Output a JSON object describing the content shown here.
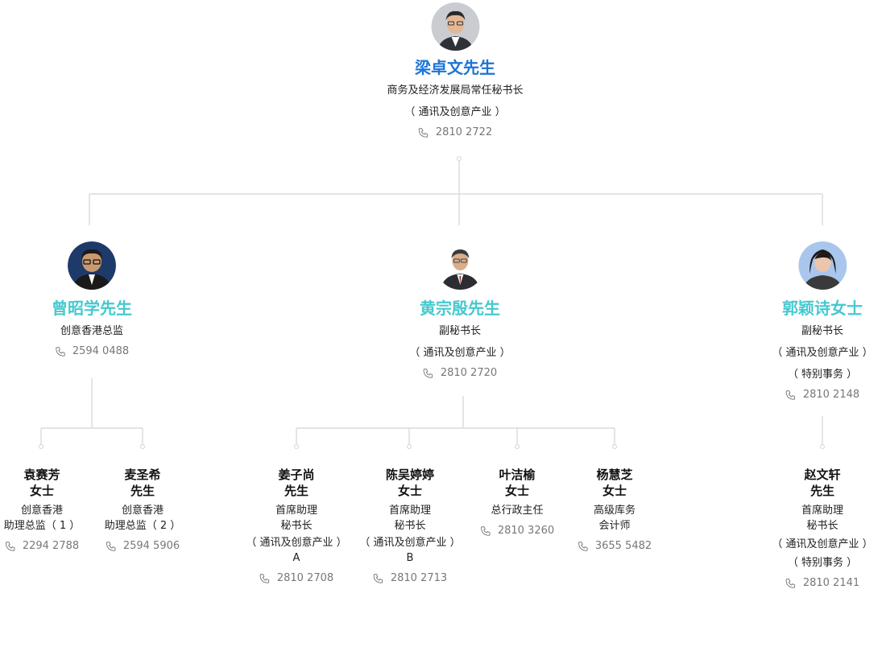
{
  "colors": {
    "top_name": "#1b74d6",
    "mid_name": "#45c9cf",
    "line": "#dcdcdc",
    "phone_text": "#777777"
  },
  "top": {
    "name": "梁卓文先生",
    "title_lines": [
      "商务及经济发展局常任秘书长",
      "（ 通讯及创意产业 ）"
    ],
    "phone": "2810 2722"
  },
  "mid": [
    {
      "name": "曾昭学先生",
      "title_lines": [
        "创意香港总监"
      ],
      "phone": "2594 0488"
    },
    {
      "name": "黄宗殷先生",
      "title_lines": [
        "副秘书长",
        "（ 通讯及创意产业 ）"
      ],
      "phone": "2810 2720"
    },
    {
      "name": "郭颖诗女士",
      "title_lines": [
        "副秘书长",
        "（ 通讯及创意产业 ）",
        "（ 特别事务 ）"
      ],
      "phone": "2810 2148"
    }
  ],
  "leaves": [
    {
      "name_lines": [
        "袁赛芳",
        "女士"
      ],
      "title_lines": [
        "创意香港",
        "助理总监（ 1 ）"
      ],
      "phone": "2294 2788"
    },
    {
      "name_lines": [
        "麦圣希",
        "先生"
      ],
      "title_lines": [
        "创意香港",
        "助理总监（ 2 ）"
      ],
      "phone": "2594 5906"
    },
    {
      "name_lines": [
        "姜子尚",
        "先生"
      ],
      "title_lines": [
        "首席助理",
        "秘书长",
        "（ 通讯及创意产业 ）",
        "A"
      ],
      "phone": "2810 2708"
    },
    {
      "name_lines": [
        "陈吴婷婷",
        "女士"
      ],
      "title_lines": [
        "首席助理",
        "秘书长",
        "（ 通讯及创意产业 ）",
        "B"
      ],
      "phone": "2810 2713"
    },
    {
      "name_lines": [
        "叶洁榆",
        "女士"
      ],
      "title_lines": [
        "总行政主任"
      ],
      "phone": "2810 3260"
    },
    {
      "name_lines": [
        "杨慧芝",
        "女士"
      ],
      "title_lines": [
        "高级库务",
        "会计师"
      ],
      "phone": "3655 5482"
    },
    {
      "name_lines": [
        "赵文轩",
        "先生"
      ],
      "title_lines": [
        "首席助理",
        "秘书长",
        "（ 通讯及创意产业 ）",
        "（ 特别事务 ）"
      ],
      "phone": "2810 2141"
    }
  ]
}
